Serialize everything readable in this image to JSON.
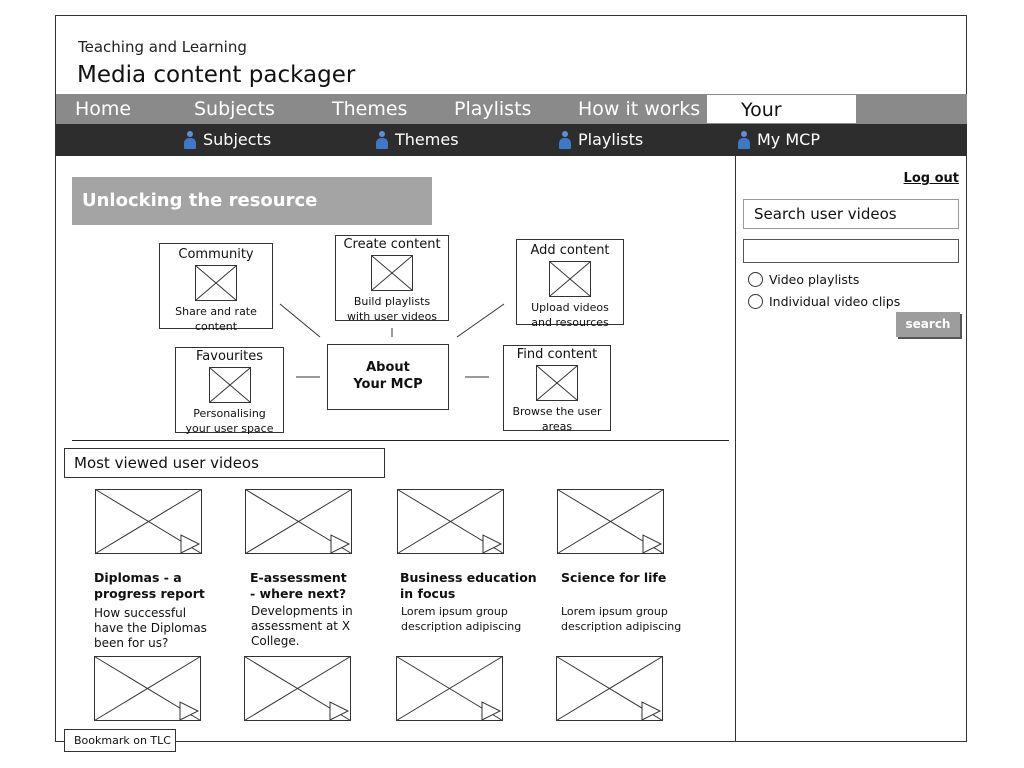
{
  "header": {
    "org": "Teaching and Learning",
    "title": "Media content packager"
  },
  "main_nav": {
    "items": [
      "Home",
      "Subjects",
      "Themes",
      "Playlists",
      "How it works",
      "Your MCP"
    ],
    "active": "Your MCP"
  },
  "sub_nav": {
    "items": [
      "Subjects",
      "Themes",
      "Playlists",
      "My MCP"
    ],
    "icon": "person-icon"
  },
  "sidebar": {
    "logout": "Log out",
    "search_label": "Search user videos",
    "search_value": "",
    "options": [
      "Video playlists",
      "Individual video clips"
    ],
    "search_button": "search"
  },
  "banner": "Unlocking the resource",
  "diagram": {
    "center": [
      "About",
      "Your MCP"
    ],
    "nodes": {
      "community": {
        "title": "Community",
        "desc": [
          "Share and rate",
          "content"
        ]
      },
      "create": {
        "title": "Create content",
        "desc": [
          "Build playlists",
          "with user videos"
        ]
      },
      "add": {
        "title": "Add content",
        "desc": [
          "Upload videos",
          "and resources"
        ]
      },
      "favourites": {
        "title": "Favourites",
        "desc": [
          "Personalising",
          "your user space"
        ]
      },
      "find": {
        "title": "Find content",
        "desc": [
          "Browse the user",
          "areas"
        ]
      }
    }
  },
  "most_viewed": {
    "title": "Most viewed user videos",
    "videos": [
      {
        "title": "Diplomas - a progress report",
        "desc": "How successful have the Diplomas been for us?"
      },
      {
        "title": "E-assessment - where next?",
        "desc": "Developments in assessment at X College."
      },
      {
        "title": "Business education in focus",
        "desc": "Lorem ipsum group description adipiscing"
      },
      {
        "title": "Science for life",
        "desc": "Lorem ipsum group description adipiscing"
      }
    ]
  },
  "bookmark": "Bookmark on TLC"
}
